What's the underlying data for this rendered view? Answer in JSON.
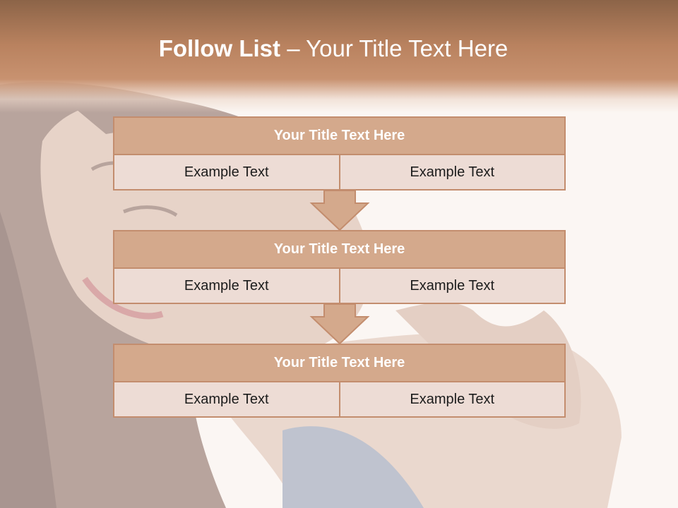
{
  "slide": {
    "title_bold": "Follow List",
    "title_rest": " – Your Title Text Here"
  },
  "blocks": [
    {
      "title": "Your Title Text Here",
      "cells": [
        "Example Text",
        "Example Text"
      ]
    },
    {
      "title": "Your Title Text Here",
      "cells": [
        "Example Text",
        "Example Text"
      ]
    },
    {
      "title": "Your Title Text Here",
      "cells": [
        "Example Text",
        "Example Text"
      ]
    }
  ],
  "colors": {
    "header_band": "#b9825f",
    "block_title_fill": "#d4a98c",
    "block_cell_fill": "#eddcd5",
    "border": "#c38d6e",
    "arrow_fill": "#d4a98c"
  },
  "icons": {
    "flow_arrow": "down-arrow-icon"
  }
}
